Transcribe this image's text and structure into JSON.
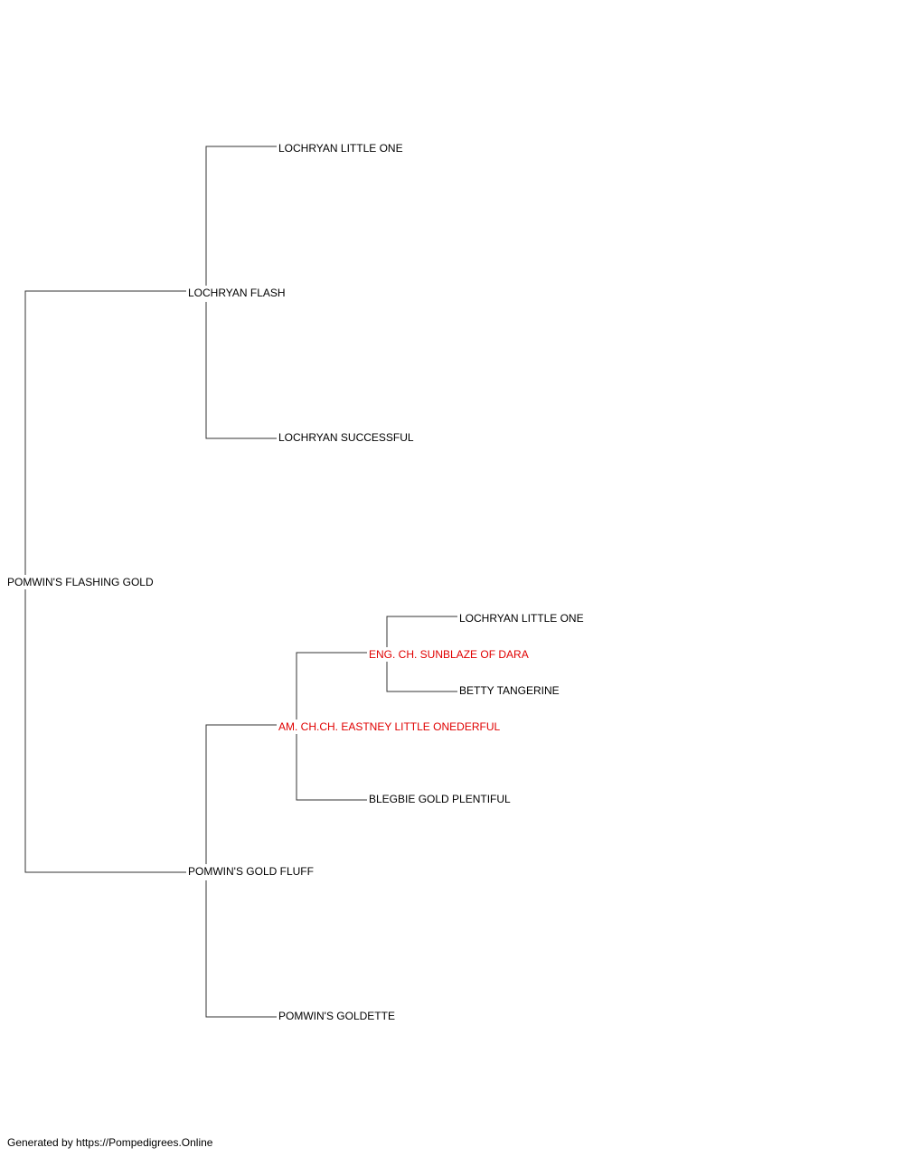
{
  "pedigree": {
    "subject": "POMWIN'S FLASHING GOLD",
    "sire": "LOCHRYAN FLASH",
    "sire_sire": "LOCHRYAN LITTLE ONE",
    "sire_dam": "LOCHRYAN SUCCESSFUL",
    "dam": "POMWIN'S GOLD FLUFF",
    "dam_sire": "AM. CH.CH. EASTNEY LITTLE ONEDERFUL",
    "dam_sire_sire": "ENG. CH. SUNBLAZE OF DARA",
    "dam_sire_sire_sire": "LOCHRYAN LITTLE ONE",
    "dam_sire_sire_dam": "BETTY TANGERINE",
    "dam_sire_dam": "BLEGBIE GOLD PLENTIFUL",
    "dam_dam": "POMWIN'S GOLDETTE"
  },
  "colors": {
    "line": "#333333",
    "text": "#000000",
    "champion": "#e00000"
  },
  "footer": "Generated by https://Pompedigrees.Online"
}
